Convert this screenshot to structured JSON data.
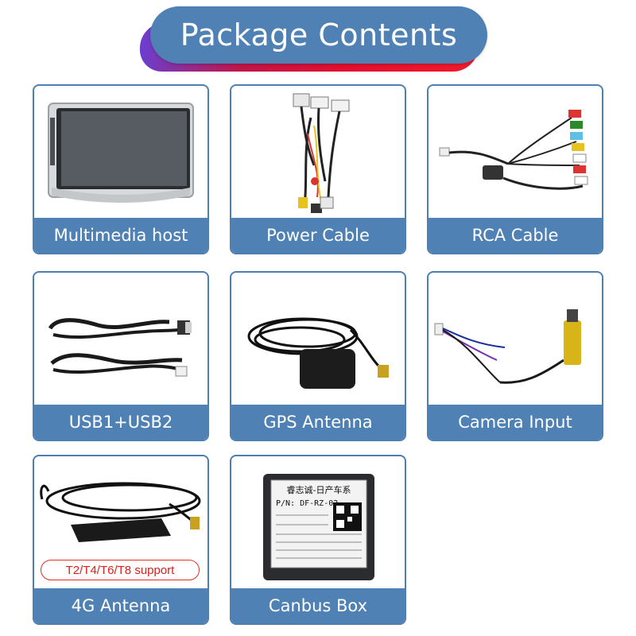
{
  "header": {
    "title": "Package Contents"
  },
  "items": [
    {
      "label": "Multimedia host"
    },
    {
      "label": "Power Cable"
    },
    {
      "label": "RCA Cable"
    },
    {
      "label": "USB1+USB2"
    },
    {
      "label": "GPS Antenna"
    },
    {
      "label": "Camera Input"
    },
    {
      "label": "4G Antenna",
      "badge": "T2/T4/T6/T8 support"
    },
    {
      "label": "Canbus Box",
      "box_text": [
        "睿志诚-日产车系",
        "P/N: DF-RZ-02"
      ]
    }
  ],
  "colors": {
    "banner": "#4f81b4",
    "card_border": "#4f7fb2",
    "badge_red": "#d9201b",
    "accent_stripe": "#e01030"
  }
}
